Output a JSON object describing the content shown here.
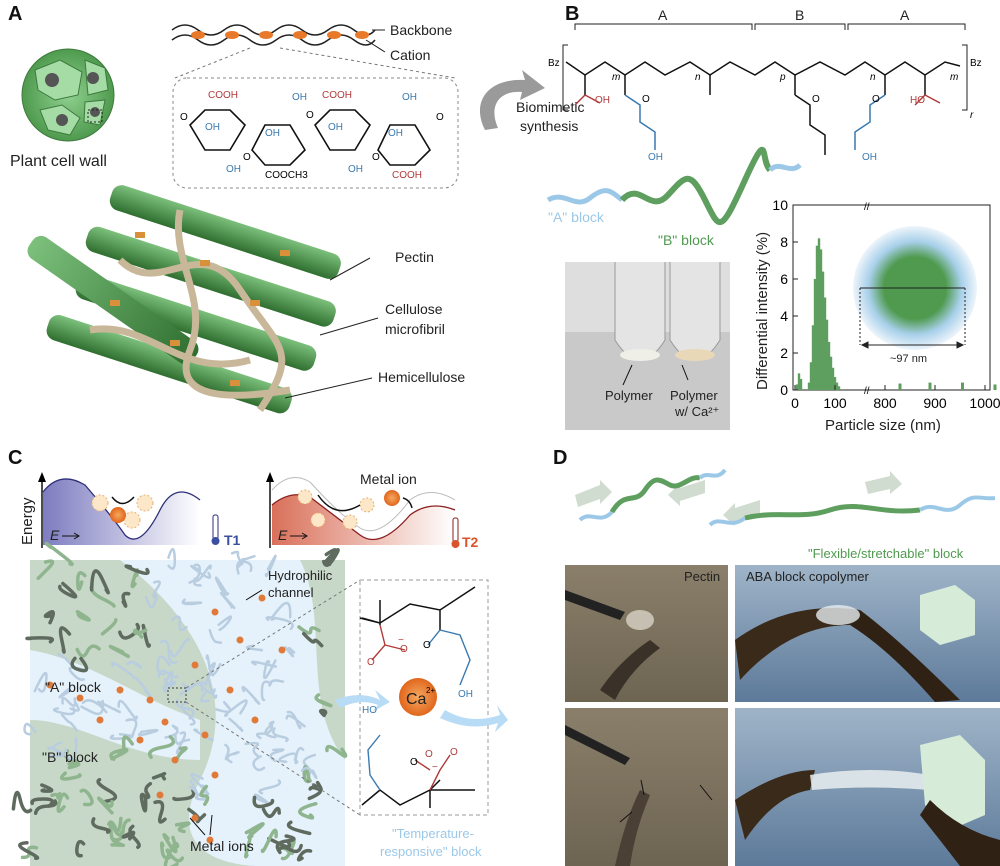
{
  "panels": {
    "A": {
      "label": "A",
      "cell_wall_label": "Plant cell wall",
      "backbone_label": "Backbone",
      "cation_label": "Cation",
      "pectin_groups": {
        "cooh": "COOH",
        "oh": "OH",
        "o": "O",
        "cooch3": "COOCH3"
      },
      "pectin_label": "Pectin",
      "cellulose_label_1": "Cellulose",
      "cellulose_label_2": "microfibril",
      "hemicellulose_label": "Hemicellulose"
    },
    "B": {
      "label": "B",
      "arrow_label_1": "Biomimetic",
      "arrow_label_2": "synthesis",
      "block_labels": [
        "A",
        "B",
        "A"
      ],
      "end_group": "Bz",
      "subscripts": {
        "m": "m",
        "n": "n",
        "p": "p",
        "r": "r"
      },
      "groups": {
        "oh": "OH",
        "o": "O",
        "ho": "HO"
      },
      "a_block": "\"A\" block",
      "b_block": "\"B\" block",
      "vial_1": "Polymer",
      "vial_2_line1": "Polymer",
      "vial_2_line2": "w/ Ca²⁺",
      "inset_size": "~97 nm"
    },
    "C": {
      "label": "C",
      "energy_axis": "Energy",
      "field_symbol": "E",
      "t1": "T1",
      "t2": "T2",
      "metal_ion": "Metal ion",
      "hydrophilic_1": "Hydrophilic",
      "hydrophilic_2": "channel",
      "a_block": "\"A\" block",
      "b_block": "\"B\" block",
      "metal_ions": "Metal ions",
      "ca": "Ca",
      "ca_charge": "2+",
      "groups": {
        "o": "O",
        "oh": "OH",
        "ho": "HO",
        "minus": "−"
      },
      "temp_block_1": "\"Temperature-",
      "temp_block_2": "responsive\" block"
    },
    "D": {
      "label": "D",
      "flex_block": "\"Flexible/stretchable\" block",
      "photo_pectin": "Pectin",
      "photo_aba": "ABA block copolymer"
    }
  },
  "colors": {
    "green": "#5e9e5e",
    "blue": "#8cbce0",
    "orange": "#e8782a",
    "red": "#b03a3a",
    "purple": "#7d7cc0",
    "salmon": "#d9705a"
  },
  "chart_data": {
    "type": "bar",
    "title": "",
    "xlabel": "Particle size (nm)",
    "ylabel": "Differential intensity (%)",
    "ylim": [
      0,
      10
    ],
    "yticks": [
      "0",
      "2",
      "4",
      "6",
      "8",
      "10"
    ],
    "xticks": [
      "0",
      "100",
      "800",
      "900",
      "1000"
    ],
    "x_axis_break": [
      120,
      780
    ],
    "x": [
      5,
      10,
      15,
      35,
      40,
      45,
      50,
      55,
      60,
      65,
      70,
      75,
      80,
      85,
      90,
      95,
      100,
      105,
      110,
      830,
      890,
      955,
      1020
    ],
    "values": [
      0.3,
      0.9,
      0.6,
      0.4,
      1.5,
      3.5,
      6.0,
      7.8,
      8.2,
      7.6,
      6.4,
      5.0,
      3.8,
      2.6,
      1.8,
      1.2,
      0.7,
      0.4,
      0.2,
      0.35,
      0.4,
      0.4,
      0.3
    ]
  }
}
